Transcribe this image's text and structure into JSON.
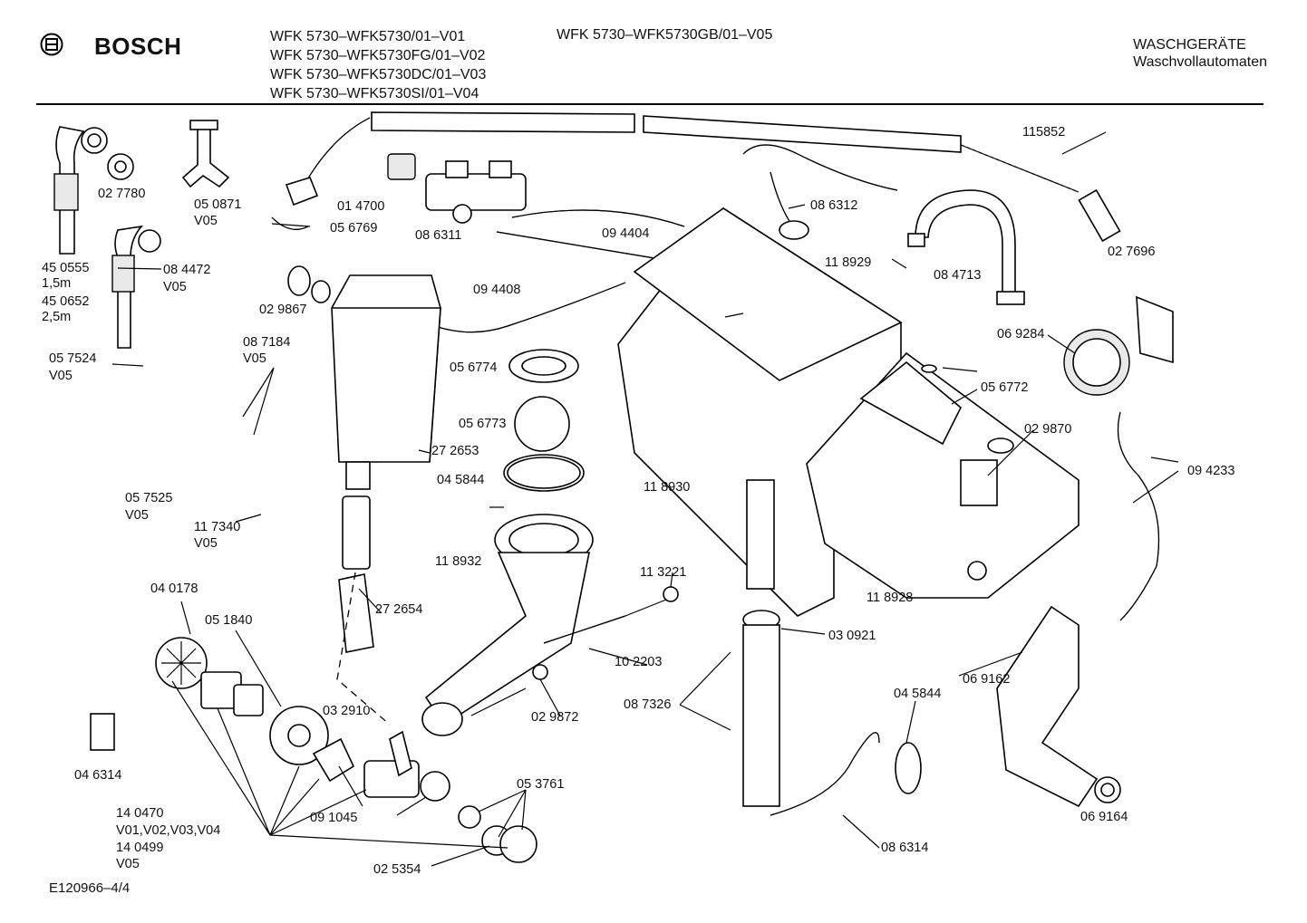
{
  "header": {
    "brand": "BOSCH",
    "models": [
      "WFK 5730–WFK5730/01–V01",
      "WFK 5730–WFK5730FG/01–V02",
      "WFK 5730–WFK5730DC/01–V03",
      "WFK 5730–WFK5730SI/01–V04"
    ],
    "model_extra": "WFK 5730–WFK5730GB/01–V05",
    "category_line1": "WASCHGERÄTE",
    "category_line2": "Waschvollautomaten"
  },
  "labels": {
    "p_450555": "45 0555",
    "p_len1": "1,5m",
    "p_450652": "45 0652",
    "p_len2": "2,5m",
    "p_027780": "02 7780",
    "p_050871": "05 0871",
    "p_050871_v": "V05",
    "p_084472": "08 4472",
    "p_084472_v": "V05",
    "p_014700": "01 4700",
    "p_056769": "05 6769",
    "p_086311": "08 6311",
    "p_094404": "09 4404",
    "p_029867": "02 9867",
    "p_094408": "09 4408",
    "p_086312": "08 6312",
    "p_115852": "115852",
    "p_118929": "11 8929",
    "p_084713": "08 4713",
    "p_027696": "02 7696",
    "p_057524": "05 7524",
    "p_057524_v": "V05",
    "p_087184": "08 7184",
    "p_087184_v": "V05",
    "p_056774": "05 6774",
    "p_056773": "05 6773",
    "p_272653": "27 2653",
    "p_045844a": "04 5844",
    "p_069284": "06 9284",
    "p_056772": "05 6772",
    "p_029870": "02 9870",
    "p_094233": "09 4233",
    "p_057525": "05 7525",
    "p_057525_v": "V05",
    "p_117340": "11 7340",
    "p_117340_v": "V05",
    "p_118930": "11 8930",
    "p_118932": "11 8932",
    "p_113221": "11 3221",
    "p_272654": "27 2654",
    "p_118928": "11 8928",
    "p_040178": "04 0178",
    "p_051840": "05 1840",
    "p_030921": "03 0921",
    "p_102203": "10 2203",
    "p_087326": "08 7326",
    "p_029872": "02 9872",
    "p_069162": "06 9162",
    "p_032910": "03 2910",
    "p_046314": "04 6314",
    "p_045844b": "04 5844",
    "p_140470": "14 0470",
    "p_140470_v": "V01,V02,V03,V04",
    "p_140499": "14 0499",
    "p_140499_v": "V05",
    "p_091045": "09 1045",
    "p_053761": "05 3761",
    "p_025354": "02 5354",
    "p_086314": "08 6314",
    "p_069164": "06 9164"
  },
  "footer": {
    "doc_id": "E120966–4/4"
  }
}
